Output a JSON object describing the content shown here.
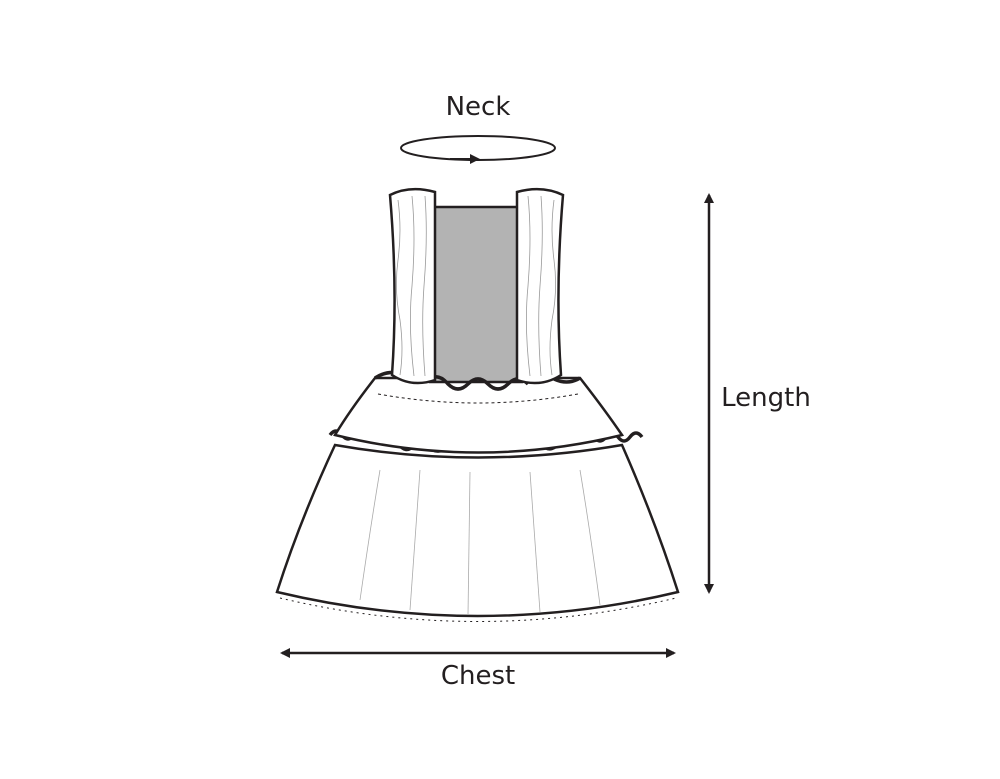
{
  "labels": {
    "neck": "Neck",
    "length": "Length",
    "chest": "Chest"
  },
  "colors": {
    "line": "#231f20",
    "bodice": "#b3b3b3",
    "fabric": "#ffffff"
  }
}
